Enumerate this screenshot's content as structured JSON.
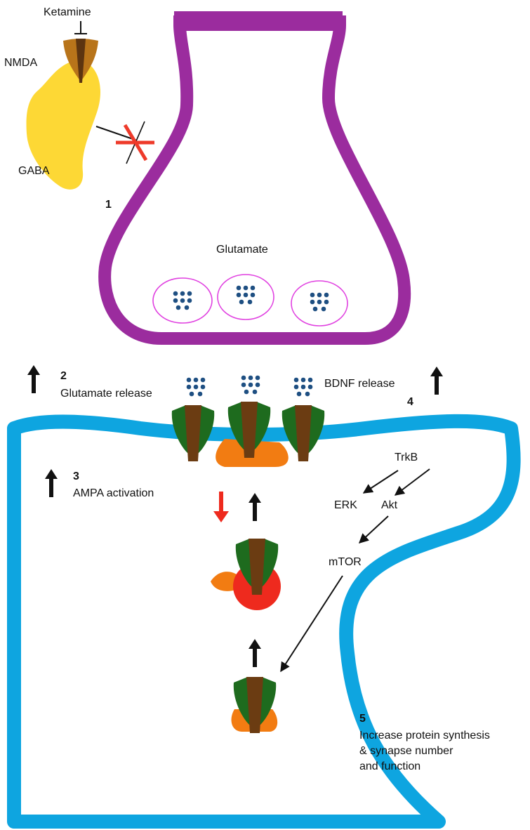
{
  "labels": {
    "ketamine": "Ketamine",
    "nmda": "NMDA",
    "gaba": "GABA",
    "glutamate": "Glutamate",
    "trkb": "TrkB",
    "erk": "ERK",
    "akt": "Akt",
    "mtor": "mTOR"
  },
  "steps": [
    {
      "number": "1",
      "text": []
    },
    {
      "number": "2",
      "text": [
        "Glutamate release"
      ]
    },
    {
      "number": "3",
      "text": [
        "AMPA activation"
      ]
    },
    {
      "number": "4",
      "text": [
        "BDNF release"
      ]
    },
    {
      "number": "5",
      "text": [
        "Increase protein synthesis",
        "& synapse number",
        "and function"
      ]
    }
  ],
  "colors": {
    "presynaptic": "#9b2c9e",
    "postsynaptic": "#0ea5e0",
    "gaba": "#fdd835",
    "nmda": "#b8741a",
    "receptor_green": "#1e6b1e",
    "receptor_brown": "#6b3c12",
    "orange": "#f27c12",
    "red": "#ee2a1e",
    "vesicle": "#e040e0",
    "dots": "#1e4f82"
  }
}
